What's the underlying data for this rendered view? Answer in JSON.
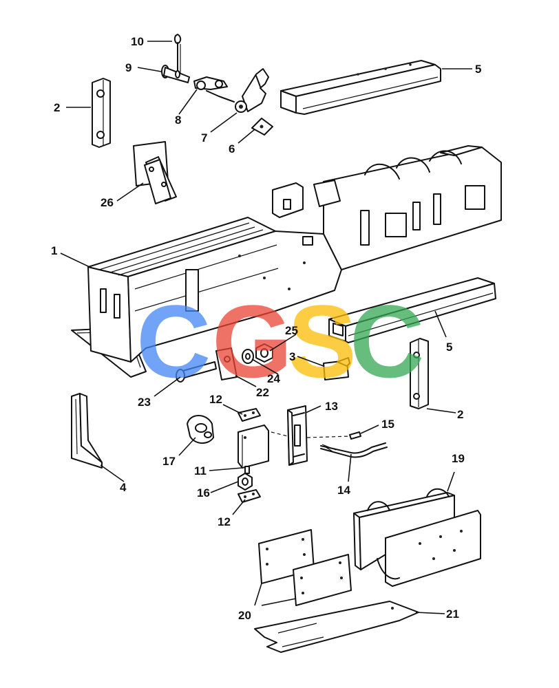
{
  "watermark": {
    "letters": [
      {
        "char": "C",
        "color": "#4285F4"
      },
      {
        "char": "G",
        "color": "#EA4335"
      },
      {
        "char": "S",
        "color": "#FBBC05"
      },
      {
        "char": "C",
        "color": "#34A853"
      }
    ]
  },
  "callouts": {
    "c1": "1",
    "c2a": "2",
    "c2b": "2",
    "c3": "3",
    "c4": "4",
    "c5a": "5",
    "c5b": "5",
    "c6": "6",
    "c7": "7",
    "c8": "8",
    "c9": "9",
    "c10": "10",
    "c11": "11",
    "c12a": "12",
    "c12b": "12",
    "c13": "13",
    "c14": "14",
    "c15": "15",
    "c16": "16",
    "c17": "17",
    "c19": "19",
    "c20": "20",
    "c21": "21",
    "c22": "22",
    "c23": "23",
    "c24": "24",
    "c25": "25",
    "c26": "26"
  }
}
